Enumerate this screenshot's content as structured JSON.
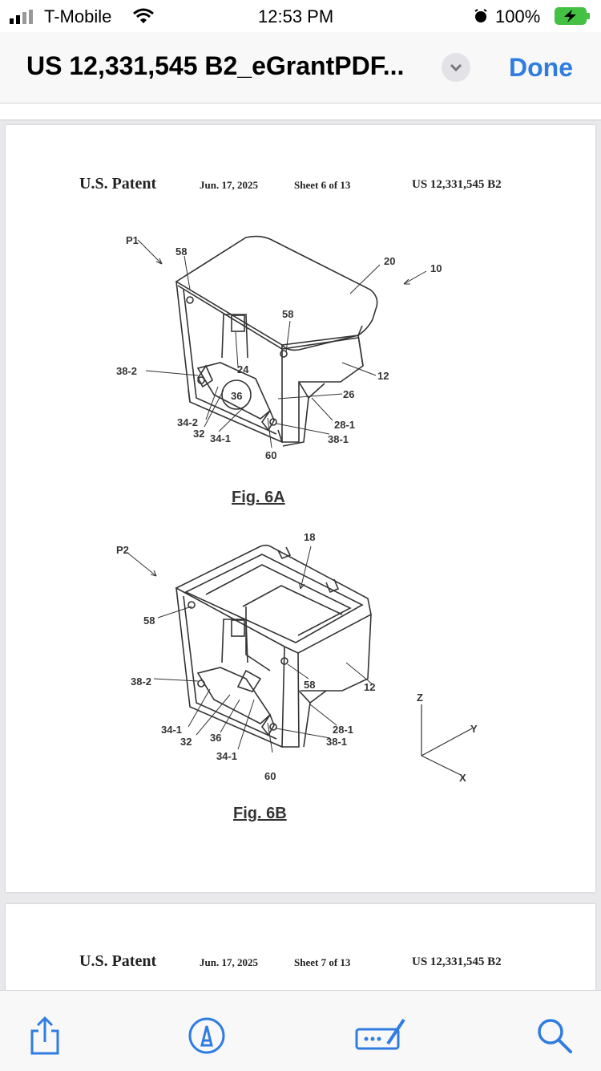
{
  "status": {
    "carrier": "T-Mobile",
    "time": "12:53 PM",
    "battery": "100%"
  },
  "nav": {
    "title": "US 12,331,545 B2_eGrantPDF...",
    "done": "Done"
  },
  "sheet6": {
    "patent": "U.S. Patent",
    "date": "Jun. 17, 2025",
    "sheet": "Sheet 6 of 13",
    "number": "US 12,331,545 B2",
    "fig_a_caption": "Fig. 6A",
    "fig_b_caption": "Fig. 6B",
    "labels_a": [
      "P1",
      "58",
      "20",
      "10",
      "58",
      "24",
      "38-2",
      "12",
      "36",
      "26",
      "34-2",
      "32",
      "34-1",
      "28-1",
      "38-1",
      "60"
    ],
    "labels_b": [
      "18",
      "P2",
      "58",
      "38-2",
      "58",
      "12",
      "34-1",
      "32",
      "36",
      "34-1",
      "28-1",
      "38-1",
      "60"
    ],
    "axes": {
      "z": "Z",
      "y": "Y",
      "x": "X"
    }
  },
  "sheet7": {
    "patent": "U.S. Patent",
    "date": "Jun. 17, 2025",
    "sheet": "Sheet 7 of 13",
    "number": "US 12,331,545 B2"
  },
  "toolbar": {
    "share": "share-icon",
    "markup": "markup-icon",
    "keyboard": "keyboard-icon",
    "search": "search-icon"
  },
  "colors": {
    "accent": "#2f7de1",
    "battery": "#44c043"
  }
}
